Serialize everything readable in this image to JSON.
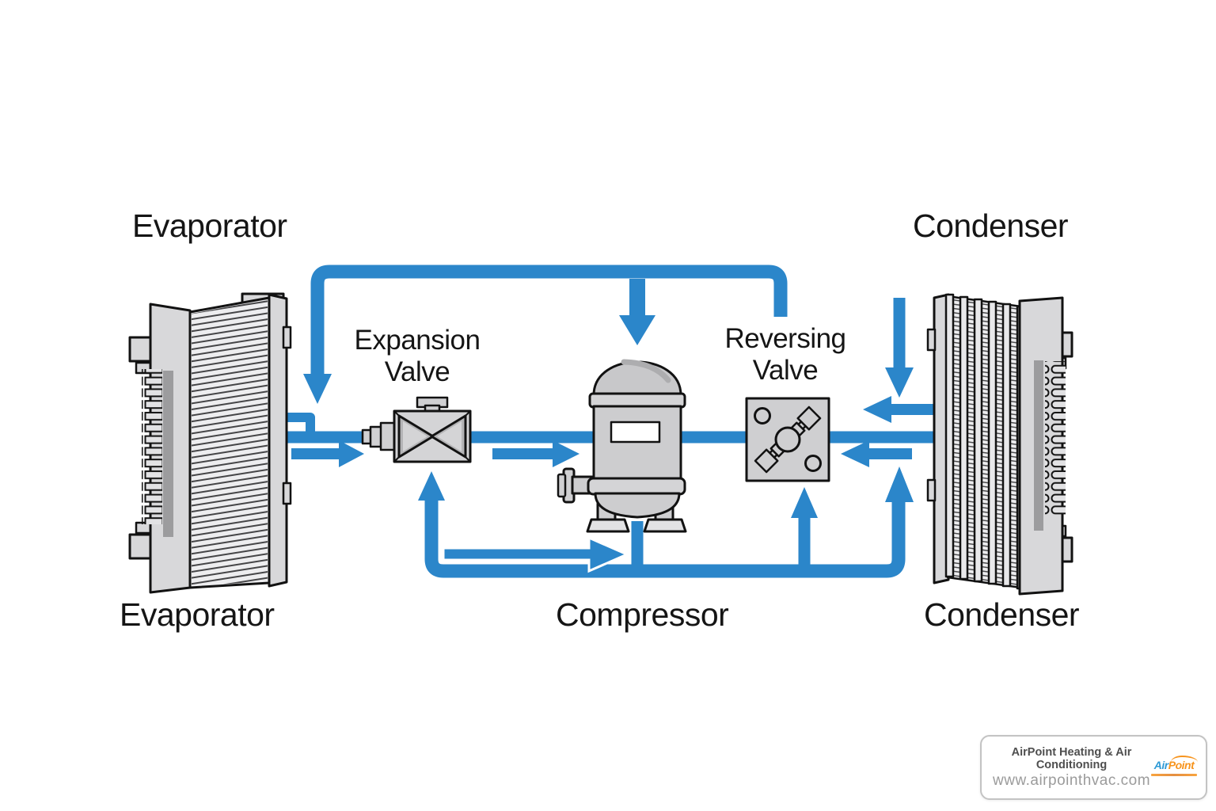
{
  "diagram": {
    "labels": {
      "evaporator_top": "Evaporator",
      "evaporator_bottom": "Evaporator",
      "condenser_top": "Condenser",
      "condenser_bottom": "Condenser",
      "expansion_valve_line1": "Expansion",
      "expansion_valve_line2": "Valve",
      "reversing_valve_line1": "Reversing",
      "reversing_valve_line2": "Valve",
      "compressor": "Compressor"
    },
    "colors": {
      "pipe": "#2b86ca",
      "component_fill": "#cfcfd1",
      "component_light": "#ededef",
      "outline": "#121212"
    }
  },
  "watermark": {
    "company": "AirPoint Heating & Air Conditioning",
    "website": "www.airpointhvac.com",
    "logo": {
      "air": "Air",
      "point": "Point"
    }
  }
}
